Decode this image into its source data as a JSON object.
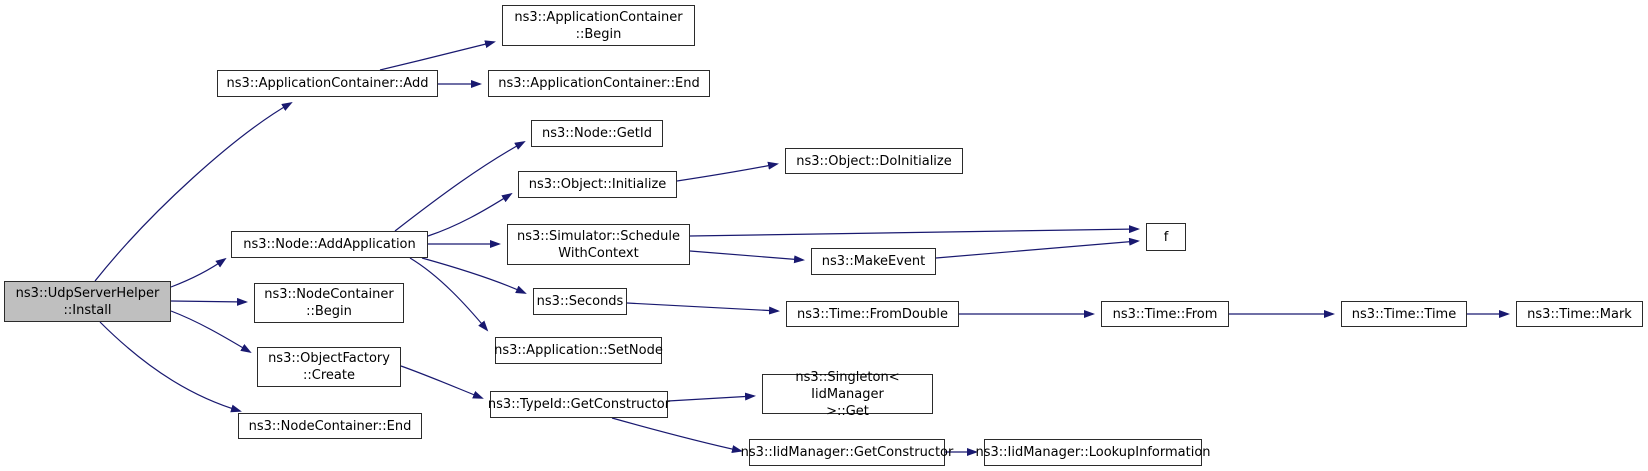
{
  "colors": {
    "background": "#ffffff",
    "edge": "#191970",
    "node_border": "#2b2b2b",
    "node_fill": "#ffffff",
    "highlight_fill": "#bfbfbf",
    "text": "#000000"
  },
  "graph": {
    "type": "call-graph",
    "nodes": {
      "install": {
        "label": "ns3::UdpServerHelper\n::Install",
        "highlighted": true
      },
      "app_add": {
        "label": "ns3::ApplicationContainer::Add"
      },
      "ac_begin": {
        "label": "ns3::ApplicationContainer\n::Begin"
      },
      "ac_end": {
        "label": "ns3::ApplicationContainer::End"
      },
      "node_addapp": {
        "label": "ns3::Node::AddApplication"
      },
      "node_getid": {
        "label": "ns3::Node::GetId"
      },
      "obj_init": {
        "label": "ns3::Object::Initialize"
      },
      "obj_doinit": {
        "label": "ns3::Object::DoInitialize"
      },
      "sim_sched": {
        "label": "ns3::Simulator::Schedule\nWithContext"
      },
      "f": {
        "label": "f"
      },
      "make_event": {
        "label": "ns3::MakeEvent"
      },
      "seconds": {
        "label": "ns3::Seconds"
      },
      "time_fromdouble": {
        "label": "ns3::Time::FromDouble"
      },
      "time_from": {
        "label": "ns3::Time::From"
      },
      "time_time": {
        "label": "ns3::Time::Time"
      },
      "time_mark": {
        "label": "ns3::Time::Mark"
      },
      "app_setnode": {
        "label": "ns3::Application::SetNode"
      },
      "nc_begin": {
        "label": "ns3::NodeContainer\n::Begin"
      },
      "of_create": {
        "label": "ns3::ObjectFactory\n::Create"
      },
      "nc_end": {
        "label": "ns3::NodeContainer::End"
      },
      "typeid_getcon": {
        "label": "ns3::TypeId::GetConstructor"
      },
      "singleton_get": {
        "label": "ns3::Singleton< IidManager\n>::Get"
      },
      "iid_getcon": {
        "label": "ns3::IidManager::GetConstructor"
      },
      "iid_lookup": {
        "label": "ns3::IidManager::LookupInformation"
      }
    },
    "edges": [
      {
        "from": "install",
        "to": "app_add"
      },
      {
        "from": "install",
        "to": "node_addapp"
      },
      {
        "from": "install",
        "to": "nc_begin"
      },
      {
        "from": "install",
        "to": "of_create"
      },
      {
        "from": "install",
        "to": "nc_end"
      },
      {
        "from": "app_add",
        "to": "ac_begin"
      },
      {
        "from": "app_add",
        "to": "ac_end"
      },
      {
        "from": "node_addapp",
        "to": "node_getid"
      },
      {
        "from": "node_addapp",
        "to": "obj_init"
      },
      {
        "from": "node_addapp",
        "to": "sim_sched"
      },
      {
        "from": "node_addapp",
        "to": "seconds"
      },
      {
        "from": "node_addapp",
        "to": "app_setnode"
      },
      {
        "from": "obj_init",
        "to": "obj_doinit"
      },
      {
        "from": "sim_sched",
        "to": "f"
      },
      {
        "from": "sim_sched",
        "to": "make_event"
      },
      {
        "from": "make_event",
        "to": "f"
      },
      {
        "from": "seconds",
        "to": "time_fromdouble"
      },
      {
        "from": "time_fromdouble",
        "to": "time_from"
      },
      {
        "from": "time_from",
        "to": "time_time"
      },
      {
        "from": "time_time",
        "to": "time_mark"
      },
      {
        "from": "of_create",
        "to": "typeid_getcon"
      },
      {
        "from": "typeid_getcon",
        "to": "singleton_get"
      },
      {
        "from": "typeid_getcon",
        "to": "iid_getcon"
      },
      {
        "from": "iid_getcon",
        "to": "iid_lookup"
      }
    ]
  }
}
